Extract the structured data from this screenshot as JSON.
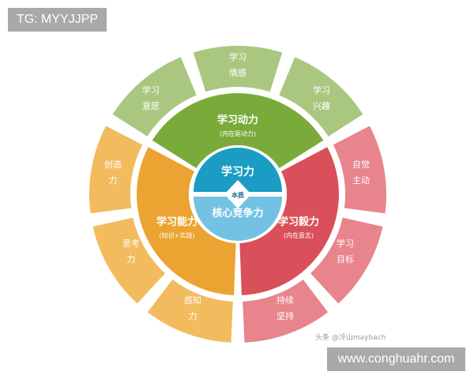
{
  "overlays": {
    "top_tag": "TG: MYYJJPP",
    "bottom_tag": "www.conghuahr.com",
    "watermark": "头条 @冷山maybach"
  },
  "diagram": {
    "center": {
      "top_label": "学习力",
      "badge": "本质",
      "bottom_label": "核心竞争力",
      "colors": {
        "top": "#1a9cc4",
        "bottom": "#74c2e3"
      }
    },
    "sectors": [
      {
        "title": "学习动力",
        "subtitle": "(内在驱动力)",
        "color": "#7aab3a",
        "outer_color": "#a9c77f",
        "outer": [
          {
            "line1": "学习",
            "line2": "意愿"
          },
          {
            "line1": "学习",
            "line2": "情感"
          },
          {
            "line1": "学习",
            "line2": "兴趣"
          }
        ]
      },
      {
        "title": "学习毅力",
        "subtitle": "(内在意志)",
        "color": "#d9505a",
        "outer_color": "#e8848c",
        "outer": [
          {
            "line1": "自觉",
            "line2": "主动"
          },
          {
            "line1": "学习",
            "line2": "目标"
          },
          {
            "line1": "持续",
            "line2": "坚持"
          }
        ]
      },
      {
        "title": "学习能力",
        "subtitle": "(知识+实践)",
        "color": "#eba432",
        "outer_color": "#f2bb5e",
        "outer": [
          {
            "line1": "感知",
            "line2": "力"
          },
          {
            "line1": "思考",
            "line2": "力"
          },
          {
            "line1": "创造",
            "line2": "力"
          }
        ]
      }
    ]
  }
}
